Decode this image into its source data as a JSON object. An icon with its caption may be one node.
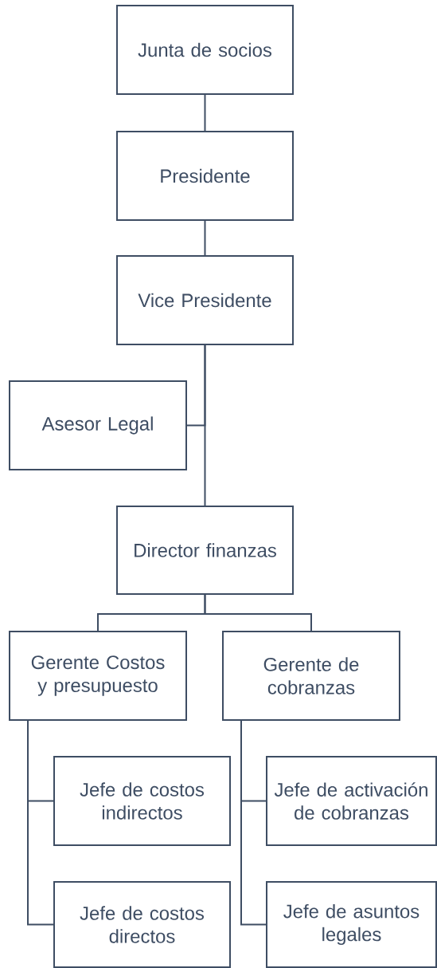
{
  "diagram": {
    "nodes": [
      {
        "text": [
          "Junta de socios"
        ]
      },
      {
        "text": [
          "Presidente"
        ]
      },
      {
        "text": [
          "Vice Presidente"
        ]
      },
      {
        "text": [
          "Asesor Legal"
        ]
      },
      {
        "text": [
          "Director finanzas"
        ]
      },
      {
        "text": [
          "Gerente Costos y presupuesto"
        ]
      },
      {
        "text": [
          "Gerente de cobranzas"
        ]
      },
      {
        "text": [
          "Jefe de costos indirectos"
        ]
      },
      {
        "text": [
          "Jefe de activación de cobranzas"
        ]
      },
      {
        "text": [
          "Jefe de costos directos"
        ]
      },
      {
        "text": [
          "Jefe de asuntos legales"
        ]
      }
    ],
    "edges": [
      {
        "from": 0,
        "to": 1,
        "arrow": "none"
      },
      {
        "from": 1,
        "to": 2,
        "arrow": "none"
      },
      {
        "from": 2,
        "to": 3,
        "arrow": "none"
      },
      {
        "from": 2,
        "to": 4,
        "arrow": "none"
      },
      {
        "from": 4,
        "to": 5,
        "arrow": "none"
      },
      {
        "from": 4,
        "to": 6,
        "arrow": "none"
      },
      {
        "from": 5,
        "to": 7,
        "arrow": "none"
      },
      {
        "from": 5,
        "to": 9,
        "arrow": "none"
      },
      {
        "from": 6,
        "to": 8,
        "arrow": "none"
      },
      {
        "from": 6,
        "to": 10,
        "arrow": "none"
      }
    ]
  }
}
